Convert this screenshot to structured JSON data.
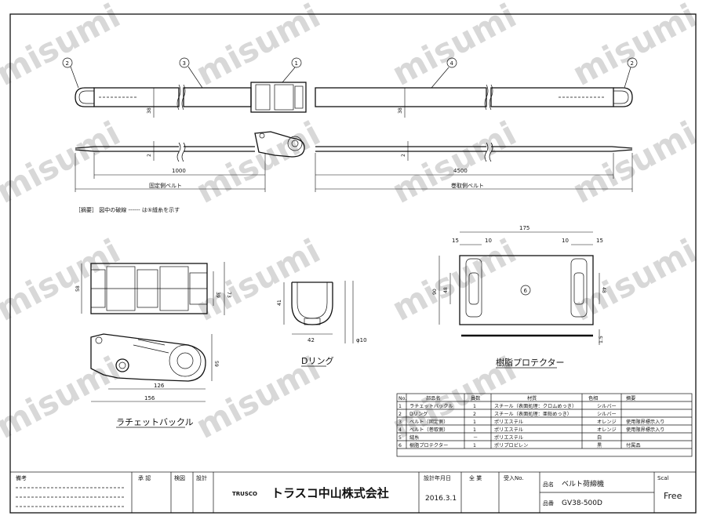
{
  "watermark": "misumi",
  "top_view": {
    "balloons": [
      "2",
      "3",
      "1",
      "4",
      "2"
    ],
    "dim_width_left": "38",
    "dim_width_right": "38"
  },
  "side_view": {
    "dim_thickness_left": "2",
    "dim_thickness_right": "2",
    "len_fixed": "1000",
    "len_wind": "4500",
    "label_fixed": "固定側ベルト",
    "label_wind": "巻取側ベルト"
  },
  "note": "［摘要］ 図中の破線 ------ は⑤縫糸を示す",
  "buckle": {
    "dim_58": "58",
    "dim_39": "39",
    "dim_73": "73",
    "dim_59": "59",
    "dim_126": "126",
    "dim_156": "156",
    "caption": "ラチェットバックル"
  },
  "dring": {
    "dim_41": "41",
    "dim_42": "42",
    "dim_phi": "φ10",
    "caption": "Dリング"
  },
  "protector": {
    "dim_175": "175",
    "dim_15a": "15",
    "dim_10a": "10",
    "dim_10b": "10",
    "dim_15b": "15",
    "dim_90": "90",
    "dim_48l": "48",
    "dim_48r": "48",
    "dim_15t": "1.5",
    "balloon": "6",
    "caption": "樹脂プロテクター"
  },
  "parts_table": {
    "headers": [
      "No.",
      "部品名",
      "員数",
      "材質",
      "色相",
      "摘要"
    ],
    "rows": [
      [
        "1",
        "ラチェットバックル",
        "1",
        "スチール（表面処理：クロムめっき）",
        "シルバー",
        ""
      ],
      [
        "2",
        "Dリング",
        "2",
        "スチール（表面処理：亜鉛めっき）",
        "シルバー",
        ""
      ],
      [
        "3",
        "ベルト（固定側）",
        "1",
        "ポリエステル",
        "オレンジ",
        "使用限界標示入り"
      ],
      [
        "4",
        "ベルト（巻取側）",
        "1",
        "ポリエステル",
        "オレンジ",
        "使用限界標示入り"
      ],
      [
        "5",
        "縫糸",
        "－",
        "ポリエステル",
        "白",
        ""
      ],
      [
        "6",
        "樹脂プロテクター",
        "1",
        "ポリプロピレン",
        "黒",
        "付属品"
      ]
    ]
  },
  "title_block": {
    "remarks": "備考",
    "approve": "承 認",
    "check": "検図",
    "design": "設計",
    "brand": "TRUSCO",
    "company": "トラスコ中山株式会社",
    "design_date_label": "設計年月日",
    "design_date": "2016.3.1",
    "full_scale": "全 業",
    "receipt_no": "受入No.",
    "product_name_label": "品名",
    "product_name": "ベルト荷締機",
    "product_code_label": "品番",
    "product_code": "GV38-500D",
    "scale_label": "Scal",
    "scale": "Free"
  }
}
